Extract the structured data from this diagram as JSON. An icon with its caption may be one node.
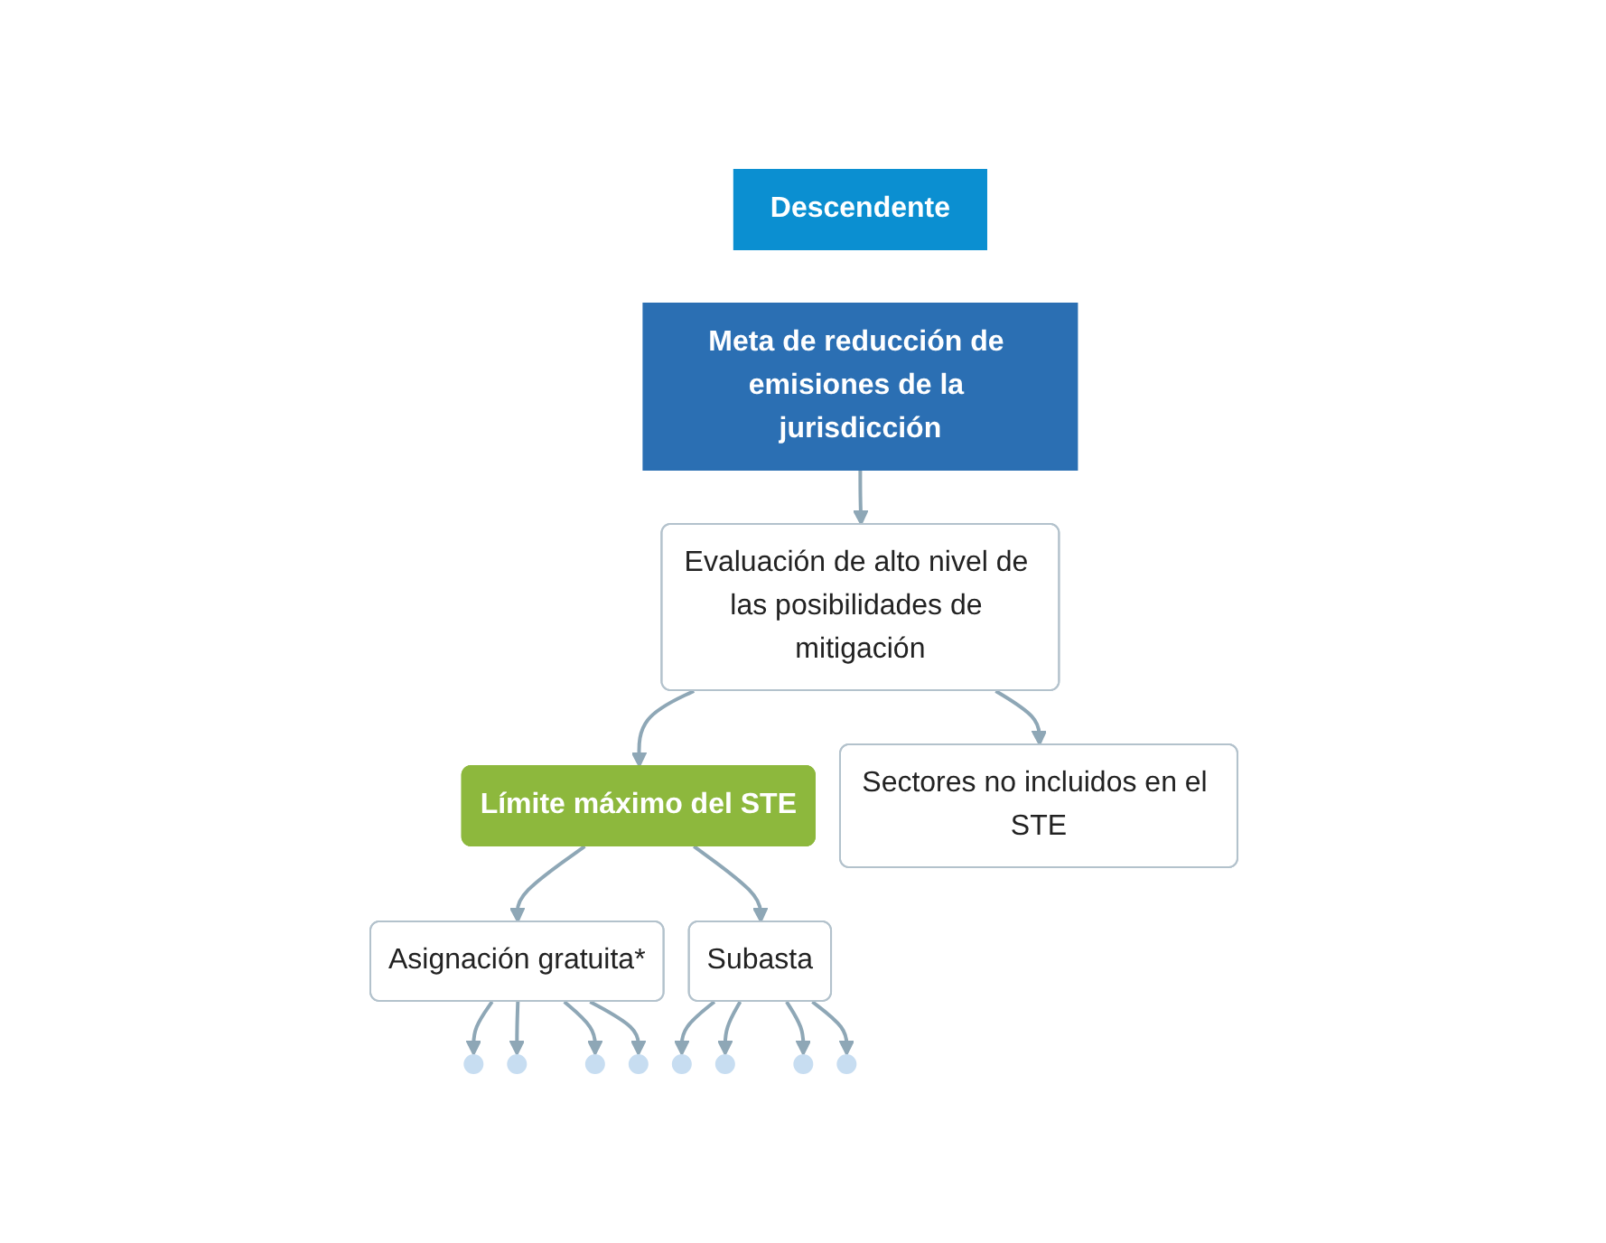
{
  "diagram": {
    "nodes": [
      {
        "text": [
          "Descendente"
        ]
      },
      {
        "text": [
          "Meta de reducción de emisiones de la jurisdicción"
        ]
      },
      {
        "text": [
          "Evaluación de alto nivel de las posibilidades de mitigación"
        ]
      },
      {
        "text": [
          "Límite máximo del STE"
        ]
      },
      {
        "text": [
          "Sectores no incluidos en el STE"
        ]
      },
      {
        "text": [
          "Asignación gratuita*"
        ]
      },
      {
        "text": [
          "Subasta"
        ]
      },
      {
        "text": [],
        "shape": "circle"
      },
      {
        "text": [],
        "shape": "circle"
      },
      {
        "text": [],
        "shape": "circle"
      },
      {
        "text": [],
        "shape": "circle"
      },
      {
        "text": [],
        "shape": "circle"
      },
      {
        "text": [],
        "shape": "circle"
      },
      {
        "text": [],
        "shape": "circle"
      },
      {
        "text": [],
        "shape": "circle"
      }
    ],
    "edges": [
      {
        "from": 1,
        "to": 2,
        "arrow": "to"
      },
      {
        "from": 2,
        "to": 3,
        "arrow": "to"
      },
      {
        "from": 2,
        "to": 4,
        "arrow": "to"
      },
      {
        "from": 3,
        "to": 5,
        "arrow": "to"
      },
      {
        "from": 3,
        "to": 6,
        "arrow": "to"
      },
      {
        "from": 5,
        "to": 7,
        "arrow": "to"
      },
      {
        "from": 5,
        "to": 8,
        "arrow": "to"
      },
      {
        "from": 5,
        "to": 9,
        "arrow": "to"
      },
      {
        "from": 5,
        "to": 10,
        "arrow": "to"
      },
      {
        "from": 6,
        "to": 11,
        "arrow": "to"
      },
      {
        "from": 6,
        "to": 12,
        "arrow": "to"
      },
      {
        "from": 6,
        "to": 13,
        "arrow": "to"
      },
      {
        "from": 6,
        "to": 14,
        "arrow": "to"
      }
    ]
  }
}
